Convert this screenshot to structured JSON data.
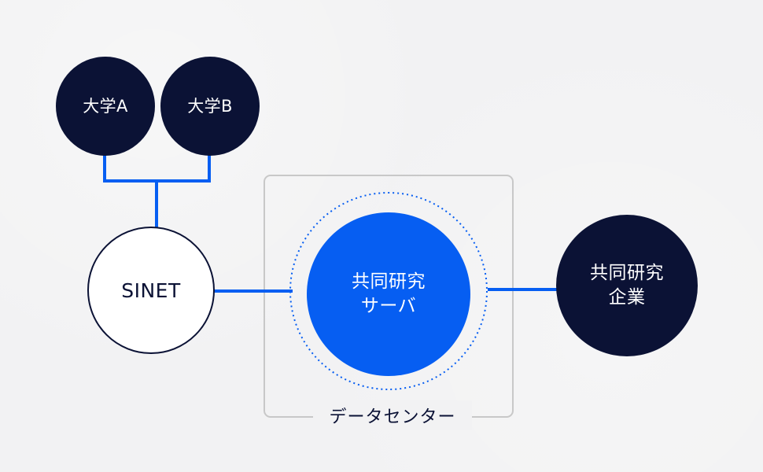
{
  "nodes": {
    "university_a": "大学A",
    "university_b": "大学B",
    "sinet": "SINET",
    "server": "共同研究\nサーバ",
    "company": "共同研究\n企業"
  },
  "data_center_label": "データセンター",
  "colors": {
    "dark_navy": "#0b1235",
    "link_blue": "#065ef2",
    "frame_gray": "#c8c8c8"
  }
}
